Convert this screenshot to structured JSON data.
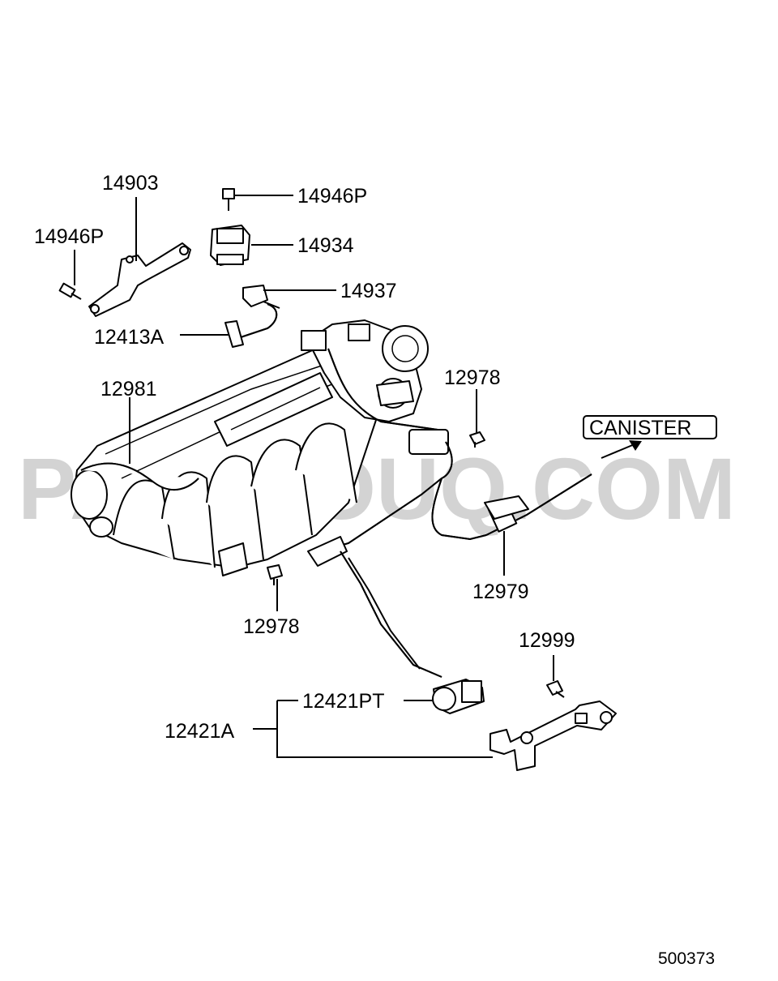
{
  "diagram": {
    "watermark": "PARTSOUQ.COM",
    "doc_number": "500373",
    "direction_label": "CANISTER",
    "callouts": {
      "c14903": "14903",
      "c14946p_top": "14946P",
      "c14946p_left": "14946P",
      "c14934": "14934",
      "c14937": "14937",
      "c12413a": "12413A",
      "c12981": "12981",
      "c12978_upper": "12978",
      "c12978_lower": "12978",
      "c12979": "12979",
      "c12999": "12999",
      "c12421pt": "12421PT",
      "c12421a": "12421A"
    }
  }
}
